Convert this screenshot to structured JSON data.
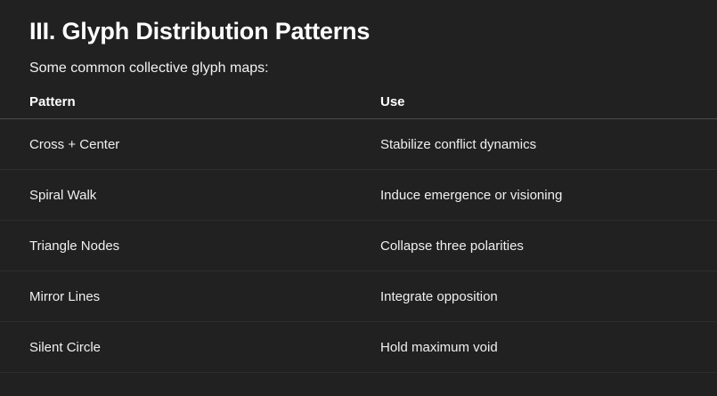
{
  "document": {
    "title": "III. Glyph Distribution Patterns",
    "intro": "Some common collective glyph maps:",
    "colors": {
      "background": "#212121",
      "text": "#f0f0f0",
      "heading": "#ffffff",
      "header_rule": "#4a4a4a",
      "row_rule": "#2e2e2e"
    },
    "table": {
      "headers": {
        "pattern": "Pattern",
        "use": "Use"
      },
      "rows": [
        {
          "pattern": "Cross + Center",
          "use": "Stabilize conflict dynamics"
        },
        {
          "pattern": "Spiral Walk",
          "use": "Induce emergence or visioning"
        },
        {
          "pattern": "Triangle Nodes",
          "use": "Collapse three polarities"
        },
        {
          "pattern": "Mirror Lines",
          "use": "Integrate opposition"
        },
        {
          "pattern": "Silent Circle",
          "use": "Hold maximum void"
        }
      ]
    }
  }
}
